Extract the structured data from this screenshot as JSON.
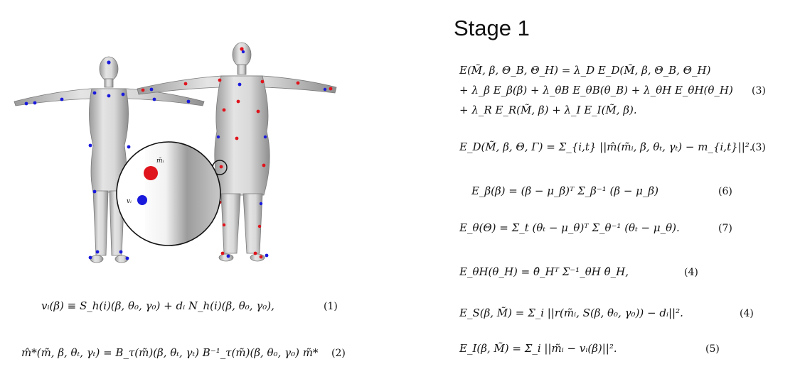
{
  "slide": {
    "title": "Stage 1"
  },
  "figure": {
    "callout_label_marker": "m̃ᵢ",
    "callout_label_vertex": "vᵢ",
    "colors": {
      "marker": "#e0141c",
      "vertex": "#1a1adc",
      "body": "#c8c8c8"
    }
  },
  "left_equations": [
    {
      "text": "vᵢ(β) ≡ S_h(i)(β, θ₀, γ₀) + dᵢ N_h(i)(β, θ₀, γ₀),",
      "number": "(1)"
    },
    {
      "text": "m̂*(m̃, β, θₜ, γₜ) = B_τ(m̃)(β, θₜ, γₜ) B⁻¹_τ(m̃)(β, θ₀, γ₀) m̃*",
      "number": "(2)"
    }
  ],
  "right_equations": [
    {
      "lines": [
        "E(M̃, β, Θ_B, Θ_H) = λ_D E_D(M̃, β, Θ_B, Θ_H)",
        "+ λ_β E_β(β) + λ_θB E_θB(θ_B) + λ_θH E_θH(θ_H)",
        "+ λ_R E_R(M̃, β) + λ_I E_I(M̃, β)."
      ],
      "number": "(3)"
    },
    {
      "lines": [
        "E_D(M̃, β, Θ, Γ) = Σ_{i,t} ||m̂(m̃ᵢ, β, θₜ, γₜ) − m_{i,t}||²."
      ],
      "number": "(3)"
    },
    {
      "lines": [
        "E_β(β) = (β − μ_β)ᵀ Σ_β⁻¹ (β − μ_β)"
      ],
      "number": "(6)"
    },
    {
      "lines": [
        "E_θ(Θ) = Σ_t (θₜ − μ_θ)ᵀ Σ_θ⁻¹ (θₜ − μ_θ)."
      ],
      "number": "(7)"
    },
    {
      "lines": [
        "E_θH(θ_H) = θ̂_Hᵀ Σ⁻¹_θH θ̂_H,"
      ],
      "number": "(4)"
    },
    {
      "lines": [
        "E_S(β, M̃) = Σ_i ||r(m̃ᵢ, S(β, θ₀, γ₀)) − dᵢ||²."
      ],
      "number": "(4)"
    },
    {
      "lines": [
        "E_I(β, M̃) = Σ_i ||m̃ᵢ − vᵢ(β)||²."
      ],
      "number": "(5)"
    }
  ]
}
